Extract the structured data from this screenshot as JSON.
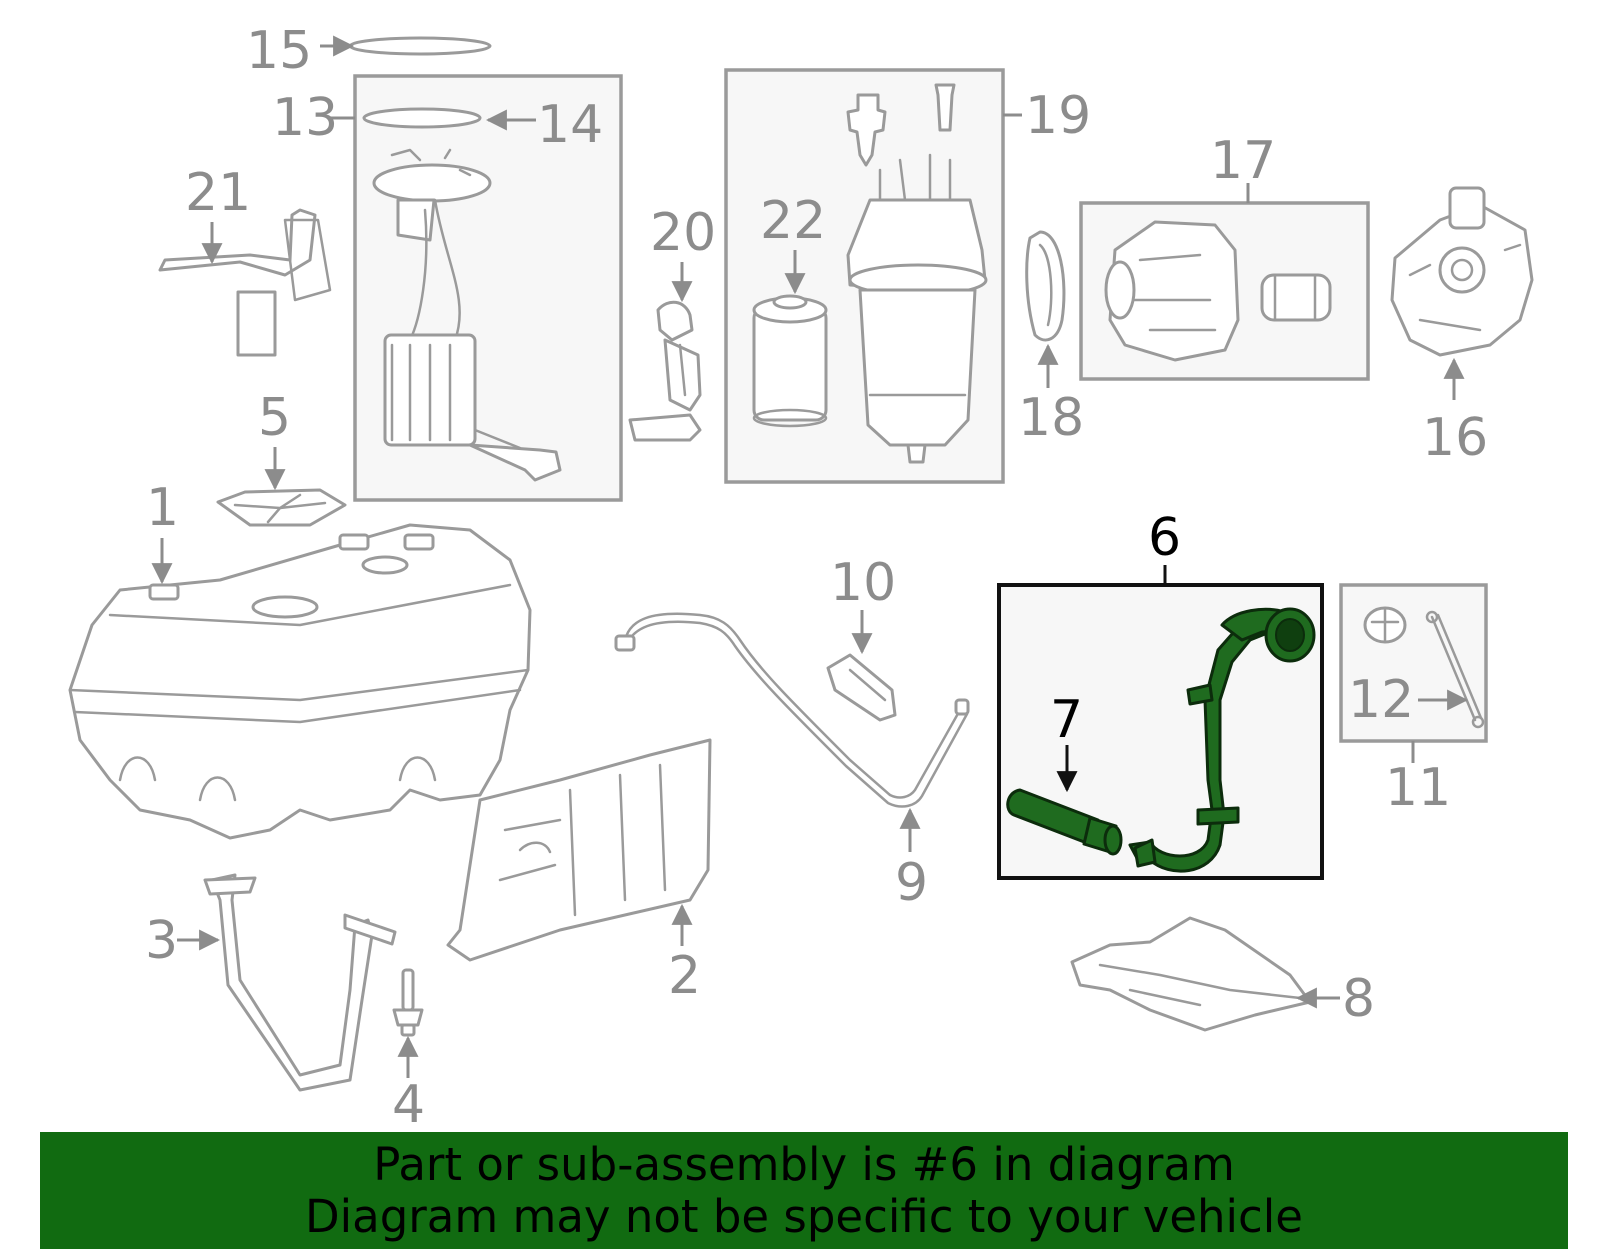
{
  "diagram": {
    "highlighted_part": "6",
    "colors": {
      "highlight_fill": "#1f6b1f",
      "caption_background": "#116b11",
      "part_lines": "#9a9a9a",
      "label_text": "#8c8c8c"
    },
    "callouts": {
      "c1": "1",
      "c2": "2",
      "c3": "3",
      "c4": "4",
      "c5": "5",
      "c6": "6",
      "c7": "7",
      "c8": "8",
      "c9": "9",
      "c10": "10",
      "c11": "11",
      "c12": "12",
      "c13": "13",
      "c14": "14",
      "c15": "15",
      "c16": "16",
      "c17": "17",
      "c18": "18",
      "c19": "19",
      "c20": "20",
      "c21": "21",
      "c22": "22"
    }
  },
  "caption": {
    "line1": "Part or sub-assembly is #6 in diagram",
    "line2": "Diagram may not be specific to your vehicle"
  }
}
